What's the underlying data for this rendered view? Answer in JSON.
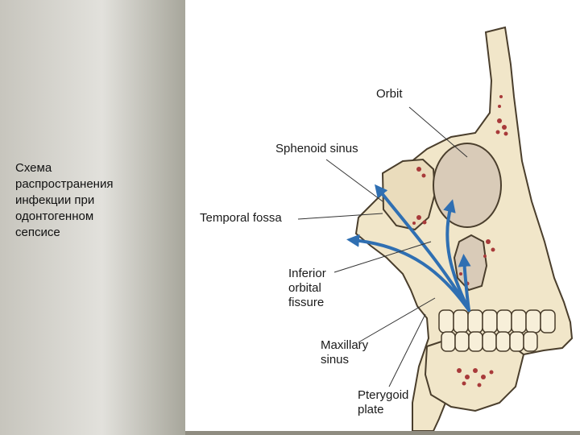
{
  "caption": "Схема\nраспространения\nинфекции при\nодонтогенном\nсепсисе",
  "labels": {
    "orbit": "Orbit",
    "sphenoid_sinus": "Sphenoid sinus",
    "temporal_fossa": "Temporal fossa",
    "inferior_orbital_fissure": "Inferior\norbital\nfissure",
    "maxillary_sinus": "Maxillary\nsinus",
    "pterygoid_plate": "Pterygoid\nplate"
  },
  "colors": {
    "bone": "#f1e6c9",
    "outline": "#4a3e2c",
    "sinus": "#d9cbb8",
    "marrow": "#a83a3a",
    "arrow": "#2f6fb2"
  }
}
